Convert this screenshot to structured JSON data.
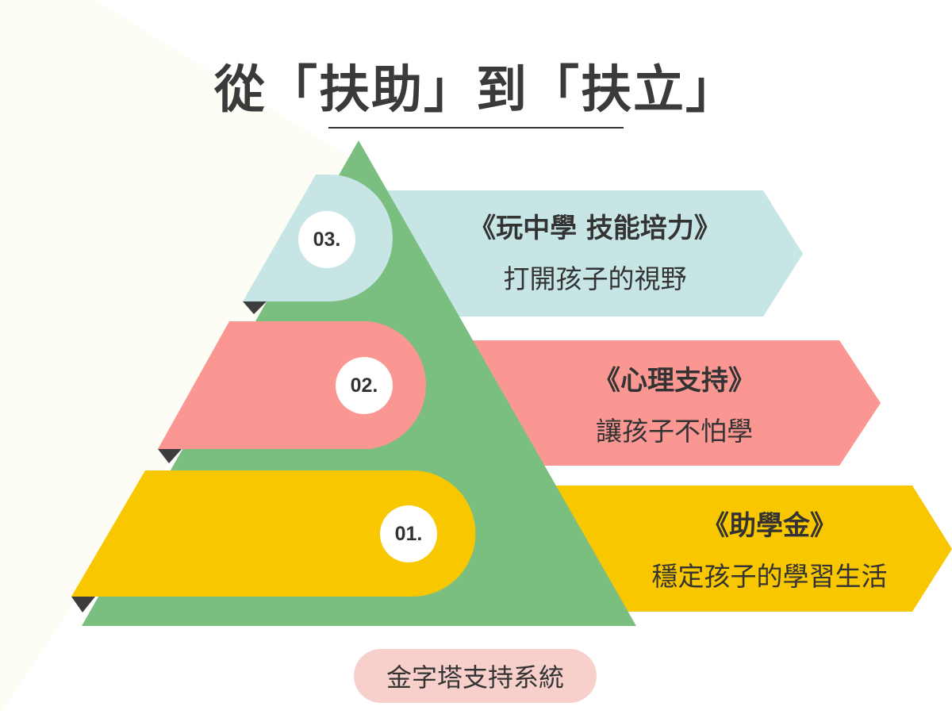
{
  "title": "從「扶助」到「扶立」",
  "colors": {
    "background_accent": "#fdfdf5",
    "pyramid": "#7abf7f",
    "level_3": "#c7e5e5",
    "level_2": "#fa9793",
    "level_1": "#f9c700",
    "caption_bg": "#f7d0cb",
    "text": "#333333"
  },
  "levels": [
    {
      "number": "03.",
      "heading": "《玩中學 技能培力》",
      "subtitle": "打開孩子的視野"
    },
    {
      "number": "02.",
      "heading": "《心理支持》",
      "subtitle": "讓孩子不怕學"
    },
    {
      "number": "01.",
      "heading": "《助學金》",
      "subtitle": "穩定孩子的學習生活"
    }
  ],
  "caption": "金字塔支持系統"
}
